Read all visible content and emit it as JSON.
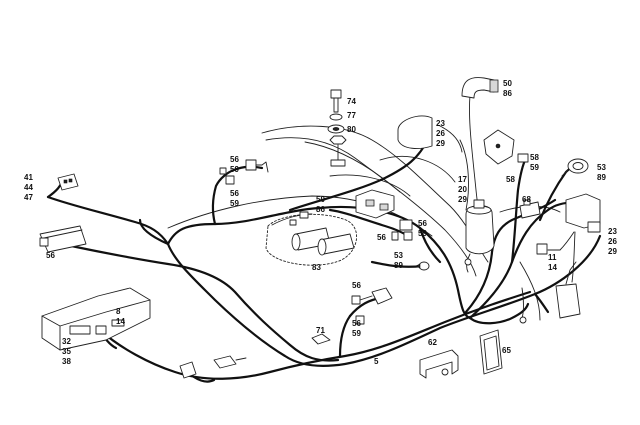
{
  "callouts": [
    {
      "id": "c-50-86-top",
      "lines": [
        "50",
        "86"
      ]
    },
    {
      "id": "c-74",
      "lines": [
        "74"
      ]
    },
    {
      "id": "c-77",
      "lines": [
        "77"
      ]
    },
    {
      "id": "c-80",
      "lines": [
        "80"
      ]
    },
    {
      "id": "c-23-26-29-top",
      "lines": [
        "23",
        "26",
        "29"
      ]
    },
    {
      "id": "c-56-59-top",
      "lines": [
        "56",
        "59"
      ]
    },
    {
      "id": "c-56-59-left",
      "lines": [
        "56",
        "59"
      ]
    },
    {
      "id": "c-41-44-47",
      "lines": [
        "41",
        "44",
        "47"
      ]
    },
    {
      "id": "c-56-left",
      "lines": [
        "56"
      ]
    },
    {
      "id": "c-50-86-mid",
      "lines": [
        "50",
        "86"
      ]
    },
    {
      "id": "c-83",
      "lines": [
        "83"
      ]
    },
    {
      "id": "c-56-59-center",
      "lines": [
        "56",
        "59"
      ]
    },
    {
      "id": "c-56-small",
      "lines": [
        "56"
      ]
    },
    {
      "id": "c-17-20-29",
      "lines": [
        "17",
        "20",
        "29"
      ]
    },
    {
      "id": "c-58-59",
      "lines": [
        "58",
        "59"
      ]
    },
    {
      "id": "c-58",
      "lines": [
        "58"
      ]
    },
    {
      "id": "c-53-89-right",
      "lines": [
        "53",
        "89"
      ]
    },
    {
      "id": "c-68",
      "lines": [
        "68"
      ]
    },
    {
      "id": "c-23-26-29-right",
      "lines": [
        "23",
        "26",
        "29"
      ]
    },
    {
      "id": "c-11-14",
      "lines": [
        "11",
        "14"
      ]
    },
    {
      "id": "c-53-89-center",
      "lines": [
        "53",
        "89"
      ]
    },
    {
      "id": "c-56-lower-a",
      "lines": [
        "56"
      ]
    },
    {
      "id": "c-56-59-lower",
      "lines": [
        "56",
        "59"
      ]
    },
    {
      "id": "c-8-14",
      "lines": [
        "8",
        "14"
      ]
    },
    {
      "id": "c-32-35-38",
      "lines": [
        "32",
        "35",
        "38"
      ]
    },
    {
      "id": "c-71",
      "lines": [
        "71"
      ]
    },
    {
      "id": "c-62",
      "lines": [
        "62"
      ]
    },
    {
      "id": "c-65",
      "lines": [
        "65"
      ]
    },
    {
      "id": "c-5",
      "lines": [
        "5"
      ]
    }
  ]
}
